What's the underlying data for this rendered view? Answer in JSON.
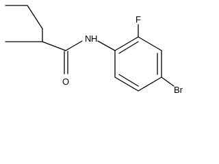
{
  "molecule": {
    "atoms": {
      "n": "N",
      "h": "H",
      "o": "O",
      "f": "F",
      "br": "Br"
    },
    "colors": {
      "bond": "#000000",
      "label": "#000000",
      "background": "#ffffff"
    }
  }
}
